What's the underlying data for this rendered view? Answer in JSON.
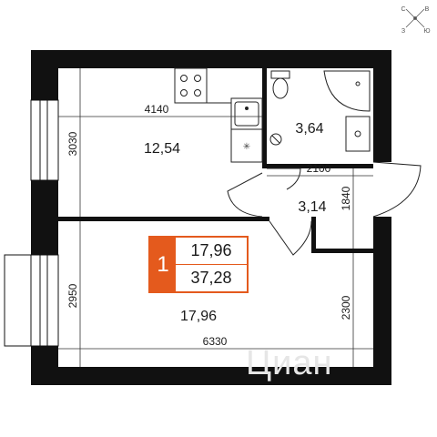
{
  "compass": {
    "n": "С",
    "e": "В",
    "s": "Ю",
    "w": "З"
  },
  "dimensions": {
    "kitchen_width": "4140",
    "kitchen_height": "3030",
    "bath_width": "2100",
    "hall_height": "1840",
    "room_height": "2950",
    "total_width": "6330",
    "right_height": "2300"
  },
  "rooms": {
    "kitchen_area": "12,54",
    "bathroom_area": "3,64",
    "hall_area": "3,14",
    "living_area": "17,96"
  },
  "badge": {
    "rooms_count": "1",
    "living_area": "17,96",
    "total_area": "37,28"
  },
  "watermark": "Циан"
}
